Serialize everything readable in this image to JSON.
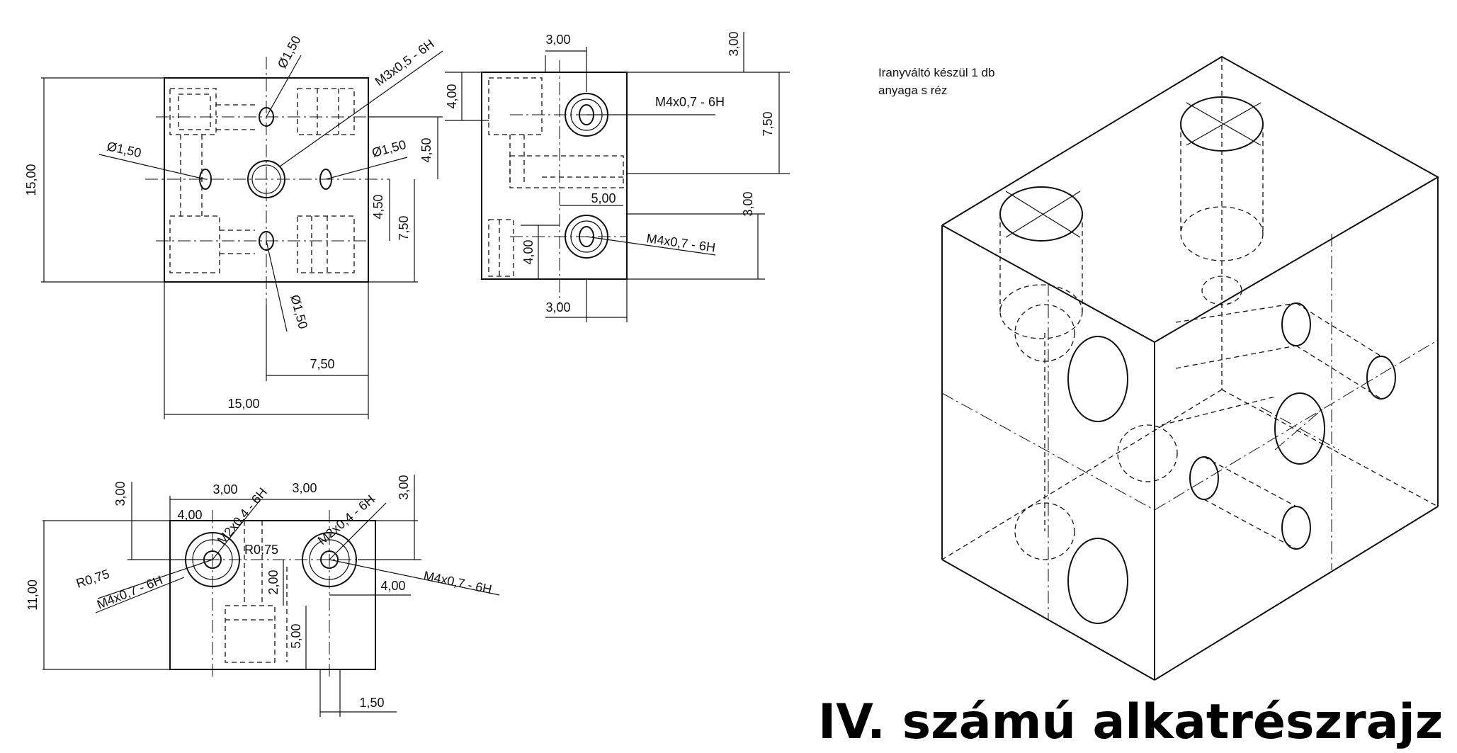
{
  "note": {
    "line1": "Iranyváltó készül 1 db",
    "line2": "anyaga s réz"
  },
  "title": "IV. számú alkatrészrajz",
  "front_view": {
    "height_overall": "15,00",
    "width_overall": "15,00",
    "dim_h_750": "7,50",
    "dim_450_a": "4,50",
    "dim_450_b": "4,50",
    "dim_750_v": "7,50",
    "dia_top": "Ø1,50",
    "dia_left": "Ø1,50",
    "dia_right": "Ø1,50",
    "dia_bottom": "Ø1,50",
    "thread_center": "M3x0,5 - 6H"
  },
  "side_view": {
    "dim_300_top": "3,00",
    "dim_300_right_top": "3,00",
    "dim_400_left": "4,00",
    "dim_750_right": "7,50",
    "dim_500_mid": "5,00",
    "dim_300_right_mid": "3,00",
    "dim_400_bottom": "4,00",
    "dim_300_bottom": "3,00",
    "thread_top": "M4x0,7 - 6H",
    "thread_bottom": "M4x0,7 - 6H"
  },
  "top_view": {
    "height_overall": "11,00",
    "dim_300_left": "3,00",
    "dim_300_a": "3,00",
    "dim_300_b": "3,00",
    "dim_300_right": "3,00",
    "dim_400_left": "4,00",
    "dim_400_right": "4,00",
    "dim_200": "2,00",
    "dim_500": "5,00",
    "dim_150": "1,50",
    "radius_left": "R0,75",
    "radius_mid": "R0,75",
    "thread_m2_left": "M2x0,4 - 6H",
    "thread_m2_right": "M2x0,4 - 6H",
    "thread_m4_left": "M4x0,7 - 6H",
    "thread_m4_right": "M4x0,7 - 6H"
  }
}
